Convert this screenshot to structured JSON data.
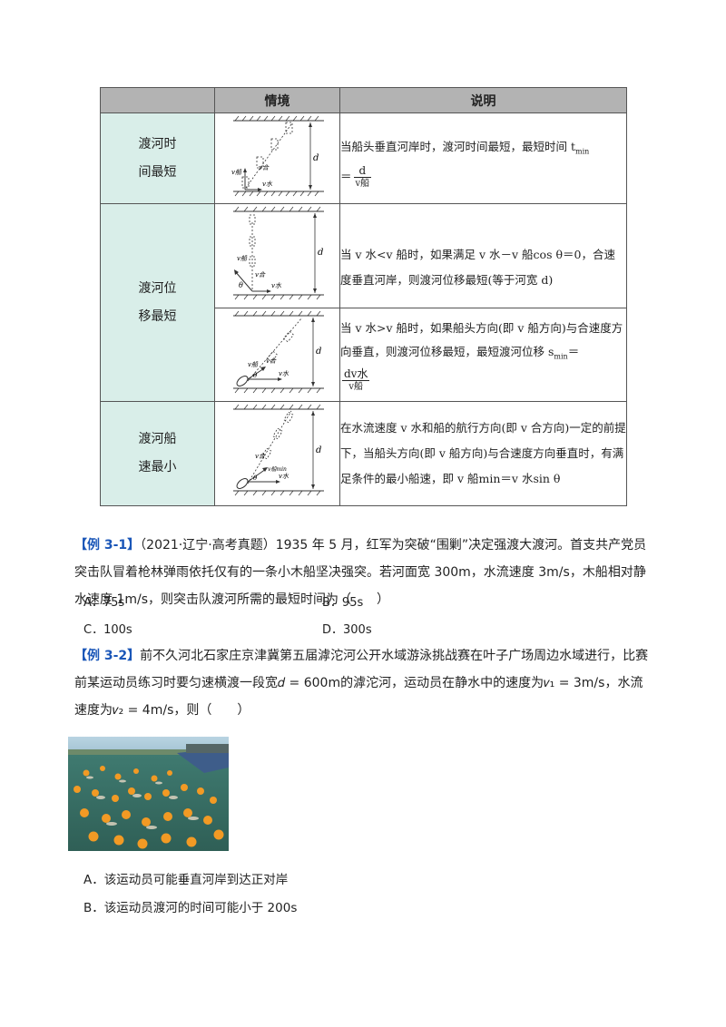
{
  "table": {
    "headers": [
      "情境",
      "说明"
    ],
    "rows": [
      {
        "label_lines": [
          "渡河时",
          "间最短"
        ]
      },
      {
        "label_lines": [
          "渡河位",
          "移最短"
        ]
      },
      {
        "label_lines": [
          "渡河船",
          "速最小"
        ]
      }
    ],
    "desc1": {
      "text": "当船头垂直河岸时，渡河时间最短，最短时间 t",
      "sub": "min",
      "eq": "＝",
      "frac_num": "d",
      "frac_den": "v船"
    },
    "desc2": {
      "text": "当 v 水<v 船时，如果满足 v 水－v 船cos  θ＝0，合速度垂直河岸，则渡河位移最短(等于河宽 d)"
    },
    "desc3": {
      "text": "当 v 水>v 船时，如果船头方向(即 v 船方向)与合速度方向垂直，则渡河位移最短，最短渡河位移 s",
      "sub": "min",
      "eq": "＝",
      "frac_num": "dv水",
      "frac_den": "v船"
    },
    "desc4": {
      "text": "在水流速度 v 水和船的航行方向(即 v 合方向)一定的前提下，当船头方向(即 v 船方向)与合速度方向垂直时，有满足条件的最小船速，即 v 船min＝v 水sin θ"
    },
    "fig_labels": {
      "d": "d",
      "v_ship": "v船",
      "v_water": "v水",
      "v_total": "v合",
      "theta": "θ",
      "v_min": "v船min"
    }
  },
  "ex1": {
    "tag": "【例 3-1】",
    "text": "（2021·辽宁·高考真题）1935 年 5 月，红军为突破“围剿”决定强渡大渡河。首支共产党员突击队冒着枪林弹雨依托仅有的一条小木船坚决强突。若河面宽 300m，水流速度 3m/s，木船相对静水速度 1m/s，则突击队渡河所需的最短时间为（　　）",
    "options": [
      "A．75s",
      "B．95s",
      "C．100s",
      "D．300s"
    ]
  },
  "ex2": {
    "tag": "【例 3-2】",
    "text": "前不久河北石家庄京津冀第五届滹沱河公开水域游泳挑战赛在叶子广场周边水域进行，比赛前某运动员练习时要匀速横渡一段宽𝑑 = 600m的滹沱河，运动员在静水中的速度为𝑣₁ = 3m/s，水流速度为𝑣₂ = 4m/s，则（　　）",
    "options": [
      "A．该运动员可能垂直河岸到达正对岸",
      "B．该运动员渡河的时间可能小于 200s"
    ]
  }
}
